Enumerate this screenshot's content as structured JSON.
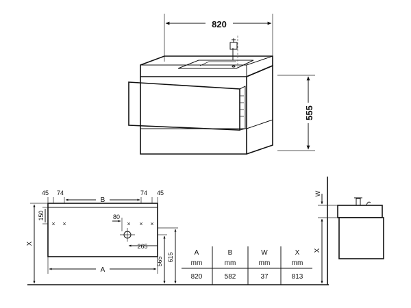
{
  "dimensions": {
    "top_width": "820",
    "side_height": "555",
    "left_offset": "45",
    "left_hole": "74",
    "middle_span": "B",
    "right_hole": "74",
    "right_offset": "45",
    "bracket_height": "150",
    "total_height_marker": "X",
    "drain_offset": "80",
    "drain_depth": "265",
    "bottom_span": "A",
    "drain_height": "565",
    "top_height": "615",
    "side_w_marker": "W",
    "side_x_marker": "X"
  },
  "table": {
    "headers": [
      "A",
      "B",
      "W",
      "X"
    ],
    "units": [
      "mm",
      "mm",
      "mm",
      "mm"
    ],
    "values": [
      "820",
      "582",
      "37",
      "813"
    ]
  }
}
